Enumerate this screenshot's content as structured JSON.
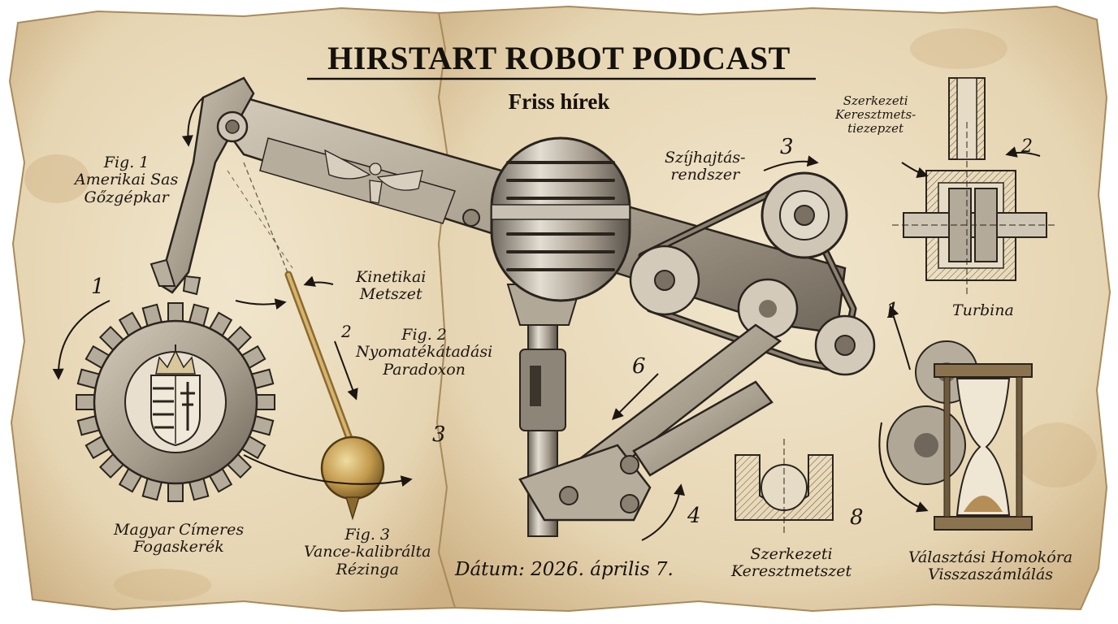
{
  "header": {
    "title": "HIRSTART ROBOT PODCAST",
    "subtitle": "Friss hírek"
  },
  "footer": {
    "date": "Dátum: 2026. április 7."
  },
  "labels": {
    "fig1": [
      "Fig. 1",
      "Amerikai Sas",
      "Gőzgépkar"
    ],
    "kinetic": [
      "Kinetikai",
      "Metszet"
    ],
    "fig2": [
      "Fig. 2",
      "Nyomatékátadási",
      "Paradoxon"
    ],
    "fig3": [
      "Fig. 3",
      "Vance-kalibrálta",
      "Rézinga"
    ],
    "gear": [
      "Magyar Címeres",
      "Fogaskerék"
    ],
    "belt": [
      "Szíjhajtás-",
      "rendszer"
    ],
    "section_top": [
      "Szerkezeti",
      "Keresztmets-",
      "tiezepzet"
    ],
    "turbine": [
      "Turbina"
    ],
    "section_bottom": [
      "Szerkezeti",
      "Keresztmetszet"
    ],
    "hourglass": [
      "Választási Homokóra",
      "Visszaszámlálás"
    ]
  },
  "numbers": {
    "n1_left": "1",
    "n2_pend": "2",
    "n3_pend": "3",
    "n3_belt": "3",
    "n2_turb": "2",
    "n1_right": "1",
    "n6": "6",
    "n4": "4",
    "n8": "8"
  },
  "colors": {
    "paper": "#e9dcc0",
    "paper_edge": "#c9ad80",
    "ink": "#1c1612",
    "metal": "#a49a8a",
    "brass": "#c9a257"
  }
}
